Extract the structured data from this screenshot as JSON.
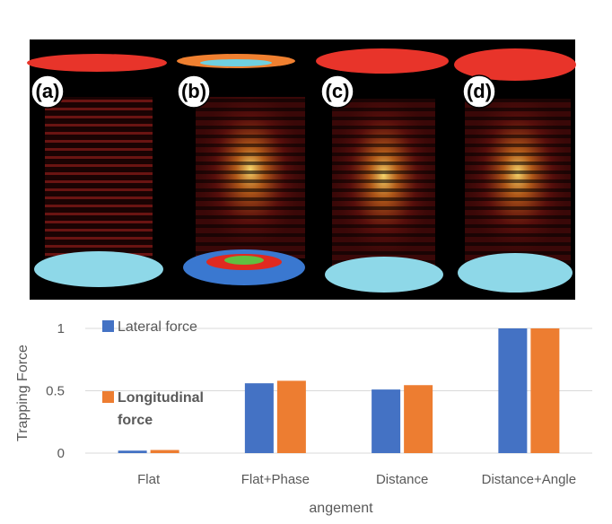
{
  "panels": [
    {
      "label": "(a)",
      "caption": "Flat"
    },
    {
      "label": "(b)",
      "caption": "Flat+Phase"
    },
    {
      "label": "(c)",
      "caption": "Distance"
    },
    {
      "label": "(d)",
      "caption": "Distance+Angle"
    }
  ],
  "colors": {
    "lateral": "#4472C4",
    "longitudinal": "#ED7D31",
    "transducer_top": "#e8342a",
    "transducer_bottom": "#8ed8e8",
    "field_dark": "#2a0606",
    "field_bright": "#ffe070",
    "gridline": "#d9d9d9"
  },
  "chart_data": {
    "type": "bar",
    "categories": [
      "Flat",
      "Flat+Phase",
      "Distance",
      "Distance+Angle"
    ],
    "series": [
      {
        "name": "Lateral force",
        "values": [
          0.02,
          0.56,
          0.51,
          1.0
        ]
      },
      {
        "name": "Longitudinal force",
        "values": [
          0.025,
          0.58,
          0.545,
          1.0
        ]
      }
    ],
    "ylabel": "Trapping Force",
    "xlabel": "angement",
    "ylim": [
      0,
      1
    ],
    "yticks": [
      "0",
      "0.5",
      "1"
    ],
    "legend_placement": "left-inside",
    "legend_lines": {
      "lateral": [
        "Lateral force"
      ],
      "longitudinal": [
        "Longitudinal",
        "force"
      ]
    },
    "grid": true
  }
}
